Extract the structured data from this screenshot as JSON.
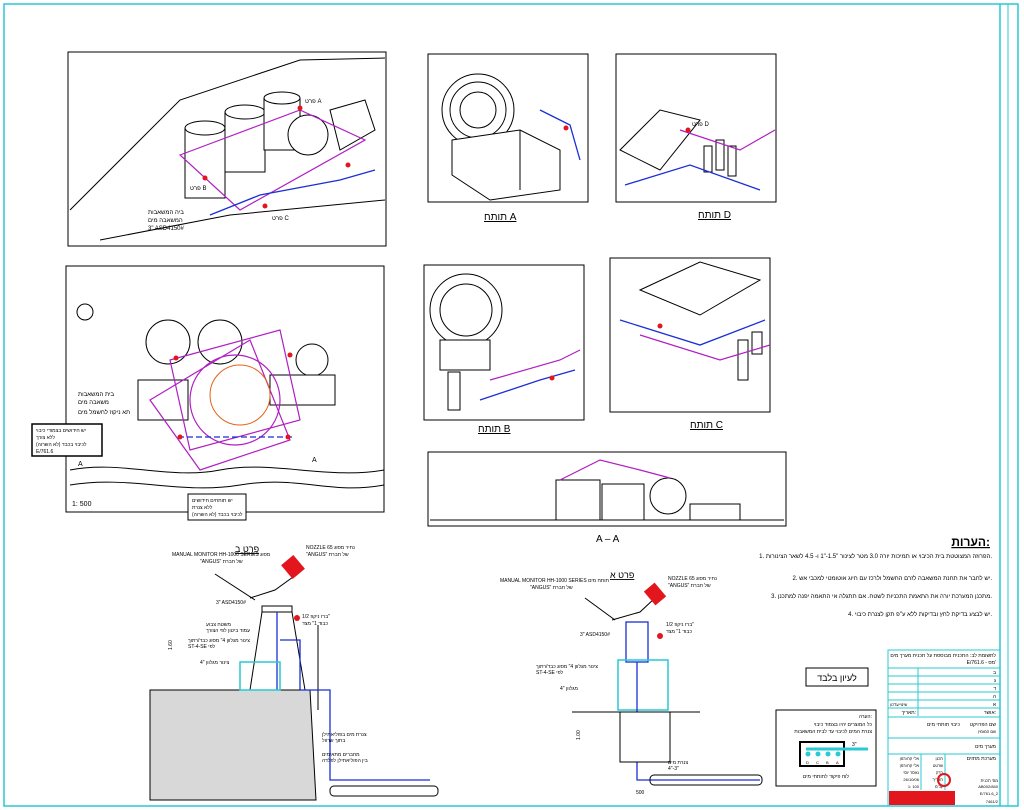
{
  "colors": {
    "frame": "#29c9d6",
    "pipe_blue": "#1a2fd6",
    "zone_magenta": "#b01fc2",
    "nozzle_red": "#e2161c"
  },
  "views": {
    "cannon_a": "תותח A",
    "cannon_b": "תותח B",
    "cannon_c": "תותח C",
    "cannon_d": "תותח D",
    "section": "A – A",
    "section_mark": "A",
    "plan_scale": "1: 500",
    "site_label_1": "ביה המשאבות",
    "site_label_2": "המשאבה מים",
    "site_label_3": "3\" ASD4150#",
    "plan_note_left_1": "יש חידושים בצמודי כיבוי",
    "plan_note_left_2": "ללא צורך",
    "plan_note_left_3": "לכיבוי בכבד (לא השרוה)",
    "plan_note_left_4": "E/761.6",
    "plan_note_bottom_1": "יש תותחים חידושים",
    "plan_note_bottom_2": "ללא צנרת",
    "plan_note_bottom_3": "לכיבוי בכבד (לא השרוה)",
    "plan_site_label": "בית המשאבות",
    "plan_site_label2": "משאבה מים",
    "plan_valve": "תא ניקוז לחשמל מים",
    "detail_labels": {
      "a": "פרט A",
      "b": "פרט B",
      "c": "פרט C",
      "d": "פרט D"
    }
  },
  "details": {
    "b": {
      "title": "פרט ב",
      "monitor": "MANUAL MONITOR HH-1000 SERIES מסוג",
      "monitor_maker": "\"ANGUS\" של חברת",
      "nozzle": "NOZZLE 65 נחיר מסוג",
      "nozzle_maker": "\"ANGUS\" של חברת",
      "flange": "3\" ASD4150#",
      "valve": "ברז ניקוז 1/2\"",
      "valve2": "כבוד 1\" מצד",
      "support": "משטח צבוע",
      "support2": "עמוד ביטון לפי הצורך",
      "pipe": "צינור מגלוון 4\" מסוג כבד/רתוך",
      "pipe2": "ST-4-SE לפי",
      "elbow": "4\" צינור מגלוון",
      "dim": "1.60",
      "ground_pipe": "צנרת מים בפוליאתילן",
      "ground_pipe2": "בתוך שרוול",
      "ground3": "מחברים מתאימים",
      "ground4": "בין הפוליאתילן לפלדה"
    },
    "a": {
      "title": "פרט א",
      "monitor": "MANUAL MONITOR HH-1000 SERIES תותח מים",
      "monitor_maker": "\"ANGUS\" של חברת",
      "nozzle": "NOZZLE 65 נחיר מסוג",
      "nozzle_maker": "\"ANGUS\" של חברת",
      "flange": "3\" ASD4150#",
      "valve": "ברז ניקוז 1/2\"",
      "valve2": "כבוד 1\" מצד",
      "pipe": "צינור מגלוון 4\" מסוג כבד/רתוך",
      "pipe2": "ST-4-SE לפי",
      "elbow": "4\" מגלוון",
      "dim_h": "1.00",
      "dim_w": "500",
      "ground": "צנרת מים",
      "ground2": "4\"-3\""
    }
  },
  "notes": {
    "title": "הערות:",
    "items": [
      "1. הפרוזה המצוטטת בית הכיבוי או תמיכות יורה 3.0 מטר לצינור \"1.5-\"1 ו- 4.5 לשאר הצינורות.",
      "2. יש לחבר את תחנת המשאבה לזרם החשמל ולרכז עם חיוג אוטומטי למכבי אש.",
      "3. מתכנן המערכת יורה את התאמת התכניות לשטח. אם תתגלה אי התאמה יפנה למתכנן.",
      "4. יש לבצע בדיקת לחץ ובדיקות ללא ע\"פ תקן לצנרת כיבוי."
    ]
  },
  "review_only": "לעיון בלבד",
  "legend_box": {
    "title": "הערה:",
    "line1": "כל המוצרים יהיו בצמוד כיבוי",
    "line2": "צנרת המים לכיבוי עד לבית המשאבות",
    "pipe_size": "3\"",
    "valves": [
      "D",
      "C",
      "B",
      "A"
    ],
    "caption": "לוח פיקוד לתותחי מים"
  },
  "title_block": {
    "header": "לתשומת לב: התכנית מבוססת על תכנית מערך מים",
    "header_ref": "E/761.6 - מס'",
    "revisions": [
      "ב",
      "ג",
      "ד",
      "ה",
      "א"
    ],
    "rev_col": "שינוי/עדכון",
    "approved": "אושר:",
    "date_label": "תאריך:",
    "project": "שם הפרויקט",
    "project_name": "כיבוי תותחי מים",
    "client": "שם המזמין",
    "drawing_title": "מערך מים",
    "drawing_title2": "מערכת מתזים",
    "designer_role": "תכנן",
    "designer": "אלי קרוזרמן",
    "drawn_role": "שרטט",
    "drawn": "אלי קרוזרמן",
    "checked_role": "בדק",
    "checked": "נאסר יוסי",
    "date_role": "תאריך",
    "date": "26/10/06",
    "scale_role": "קנ\"מ",
    "scale": "1: 100",
    "drawing_no_label": "מס' תכנית",
    "drawing_no": "AB002/840",
    "sheet": "E/761.6_2",
    "rev": "7461/2"
  }
}
